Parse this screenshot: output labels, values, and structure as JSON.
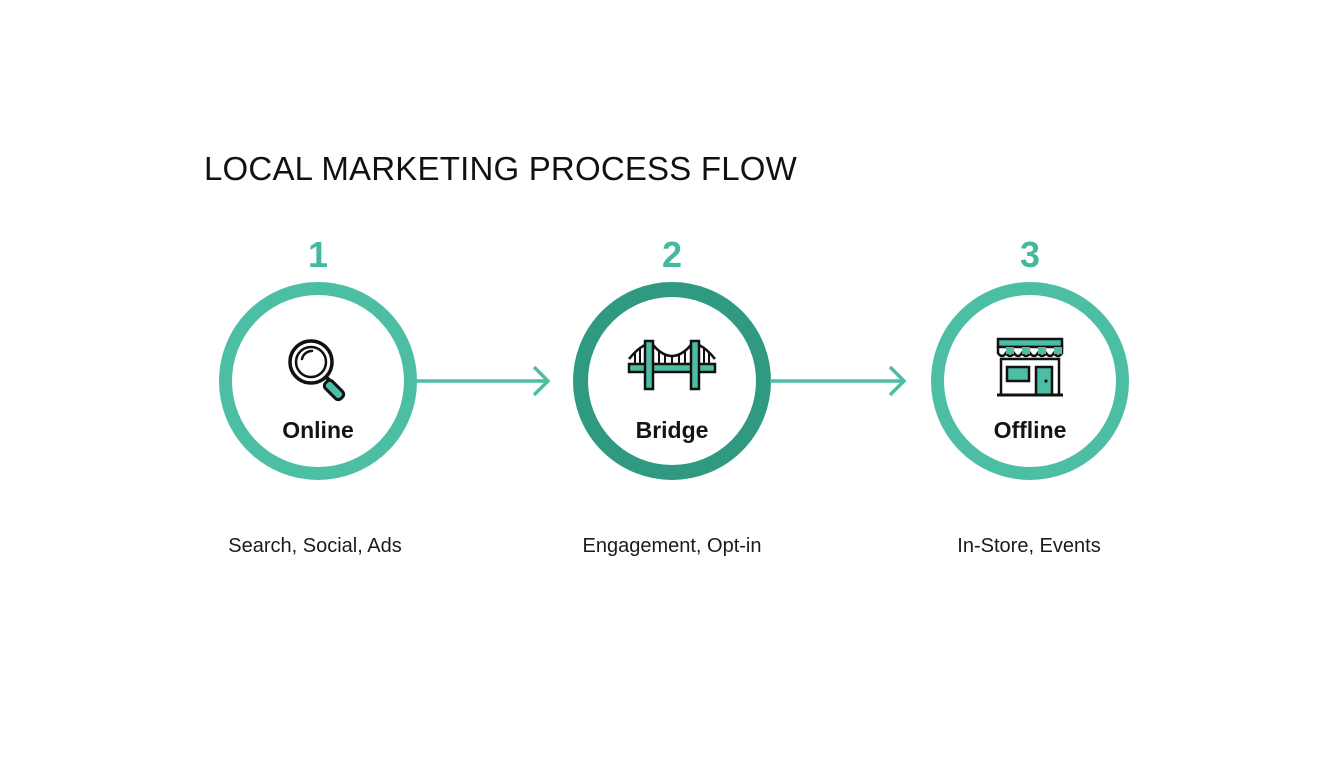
{
  "title": "LOCAL MARKETING PROCESS FLOW",
  "colors": {
    "accent": "#4bbea4",
    "accent_dark": "#2f9a81",
    "text": "#141414"
  },
  "steps": [
    {
      "number": "1",
      "label": "Online",
      "caption": "Search, Social, Ads",
      "icon": "magnifying-glass-icon"
    },
    {
      "number": "2",
      "label": "Bridge",
      "caption": "Engagement, Opt-in",
      "icon": "bridge-icon"
    },
    {
      "number": "3",
      "label": "Offline",
      "caption": "In-Store, Events",
      "icon": "storefront-icon"
    }
  ]
}
